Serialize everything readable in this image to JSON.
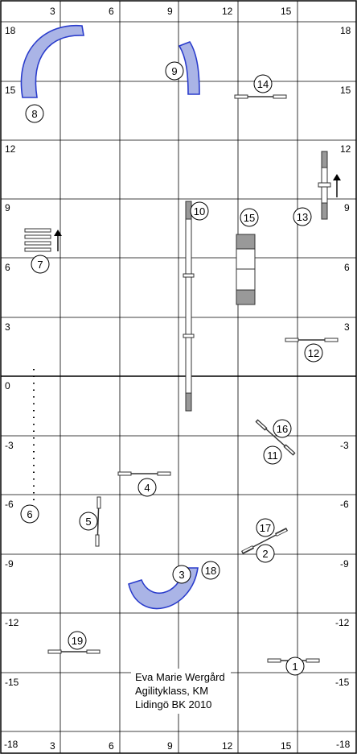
{
  "axis": {
    "top_labels": [
      "3",
      "6",
      "9",
      "12",
      "15"
    ],
    "bottom_labels": [
      "3",
      "6",
      "9",
      "12",
      "15",
      "-18"
    ],
    "corner_bottom_left": "-18",
    "left_labels": [
      "18",
      "15",
      "12",
      "9",
      "6",
      "3",
      "0",
      "-3",
      "-6",
      "-9",
      "-12",
      "-15"
    ],
    "right_labels": [
      "18",
      "15",
      "12",
      "9",
      "6",
      "3",
      "-3",
      "-6",
      "-9",
      "-12",
      "-15"
    ]
  },
  "obstacles": [
    {
      "num": "1"
    },
    {
      "num": "2"
    },
    {
      "num": "3"
    },
    {
      "num": "4"
    },
    {
      "num": "5"
    },
    {
      "num": "6"
    },
    {
      "num": "7"
    },
    {
      "num": "8"
    },
    {
      "num": "9"
    },
    {
      "num": "10"
    },
    {
      "num": "11"
    },
    {
      "num": "12"
    },
    {
      "num": "13"
    },
    {
      "num": "14"
    },
    {
      "num": "15"
    },
    {
      "num": "16"
    },
    {
      "num": "17"
    },
    {
      "num": "18"
    },
    {
      "num": "19"
    }
  ],
  "info_box": {
    "line1": "Eva Marie Wergård",
    "line2": "Agilityklass, KM",
    "line3": "Lidingö BK 2010"
  },
  "colors": {
    "tunnel_fill": "#aab4e6",
    "tunnel_stroke": "#2a3ccc",
    "contact_gray": "#999999"
  }
}
